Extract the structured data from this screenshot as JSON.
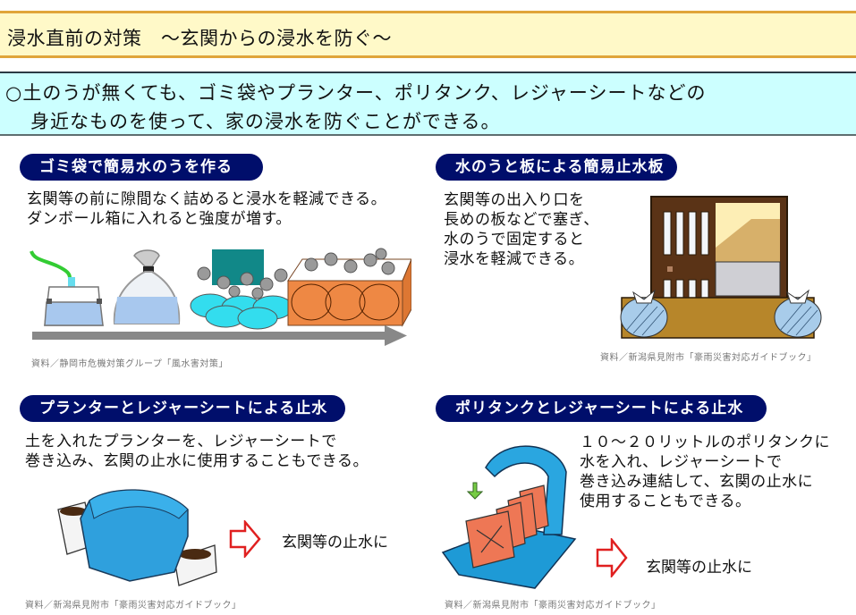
{
  "header": {
    "title": "浸水直前の対策　～玄関からの浸水を防ぐ～",
    "colors": {
      "title_bg": "#fff9c8",
      "title_border": "#e0a53a",
      "lead_bg": "#ccffff",
      "pill_bg": "#000e6b",
      "arrow_red": "#e02020"
    }
  },
  "lead": {
    "line1": "○土のうが無くても、ゴミ袋やプランター、ポリタンク、レジャーシートなどの",
    "line2": "身近なものを使って、家の浸水を防ぐことができる。"
  },
  "sections": [
    {
      "label": "ゴミ袋で簡易水のうを作る",
      "desc": "玄関等の前に隙間なく詰めると浸水を軽減できる。\nダンボール箱に入れると強度が増す。",
      "credit": "資料／静岡市危機対策グループ「風水害対策」",
      "illustration": "garbage-bag-sandbag-steps"
    },
    {
      "label": "水のうと板による簡易止水板",
      "desc": "玄関等の出入り口を\n長めの板などで塞ぎ、\n水のうで固定すると\n浸水を軽減できる。",
      "credit": "資料／新潟県見附市「豪雨災害対応ガイドブック」",
      "illustration": "door-board-water-bags"
    },
    {
      "label": "プランターとレジャーシートによる止水",
      "desc": "土を入れたプランターを、レジャーシートで\n巻き込み、玄関の止水に使用することもできる。",
      "result": "玄関等の止水に",
      "credit": "資料／新潟県見附市「豪雨災害対応ガイドブック」",
      "illustration": "planter-wrapped-in-sheet"
    },
    {
      "label": "ポリタンクとレジャーシートによる止水",
      "desc": "１０～２０リットルのポリタンクに\n水を入れ、レジャーシートで\n巻き込み連結して、玄関の止水に\n使用することもできる。",
      "result": "玄関等の止水に",
      "credit": "資料／新潟県見附市「豪雨災害対応ガイドブック」",
      "illustration": "water-tanks-wrapped-in-sheet"
    }
  ]
}
